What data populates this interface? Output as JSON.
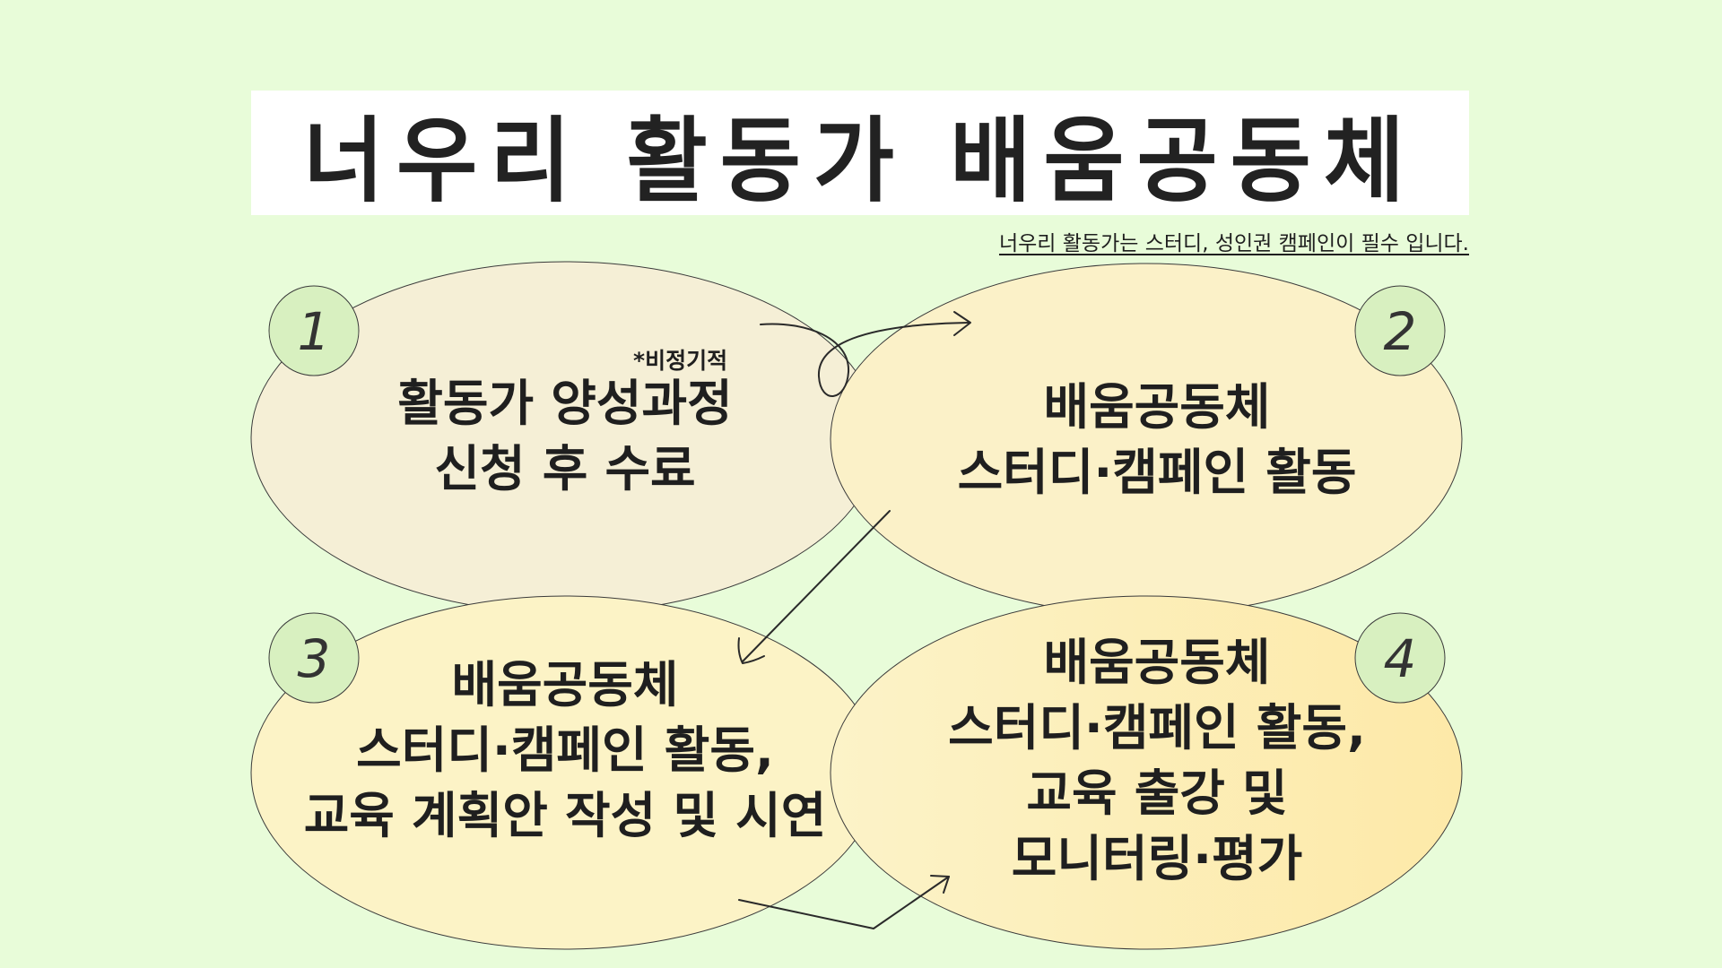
{
  "title": "너우리 활동가 배움공동체",
  "subtitle": "너우리 활동가는 스터디, 성인권 캠페인이 필수 입니다.",
  "steps": [
    {
      "number": "1",
      "note": "*비정기적",
      "lines": [
        "활동가 양성과정",
        "신청 후 수료"
      ]
    },
    {
      "number": "2",
      "lines": [
        "배움공동체",
        "스터디·캠페인 활동"
      ]
    },
    {
      "number": "3",
      "lines": [
        "배움공동체",
        "스터디·캠페인 활동,",
        "교육 계획안 작성 및 시연"
      ]
    },
    {
      "number": "4",
      "lines": [
        "배움공동체",
        "스터디·캠페인 활동,",
        "교육 출강 및",
        "모니터링·평가"
      ]
    }
  ],
  "colors": {
    "background": "#e8fcd9",
    "ellipse_1": "#f5efd6",
    "ellipse_2": "#fbf1c8",
    "ellipse_3": "#fcf3c6",
    "ellipse_4": "#fdedb0",
    "badge": "#d8f0c0"
  }
}
